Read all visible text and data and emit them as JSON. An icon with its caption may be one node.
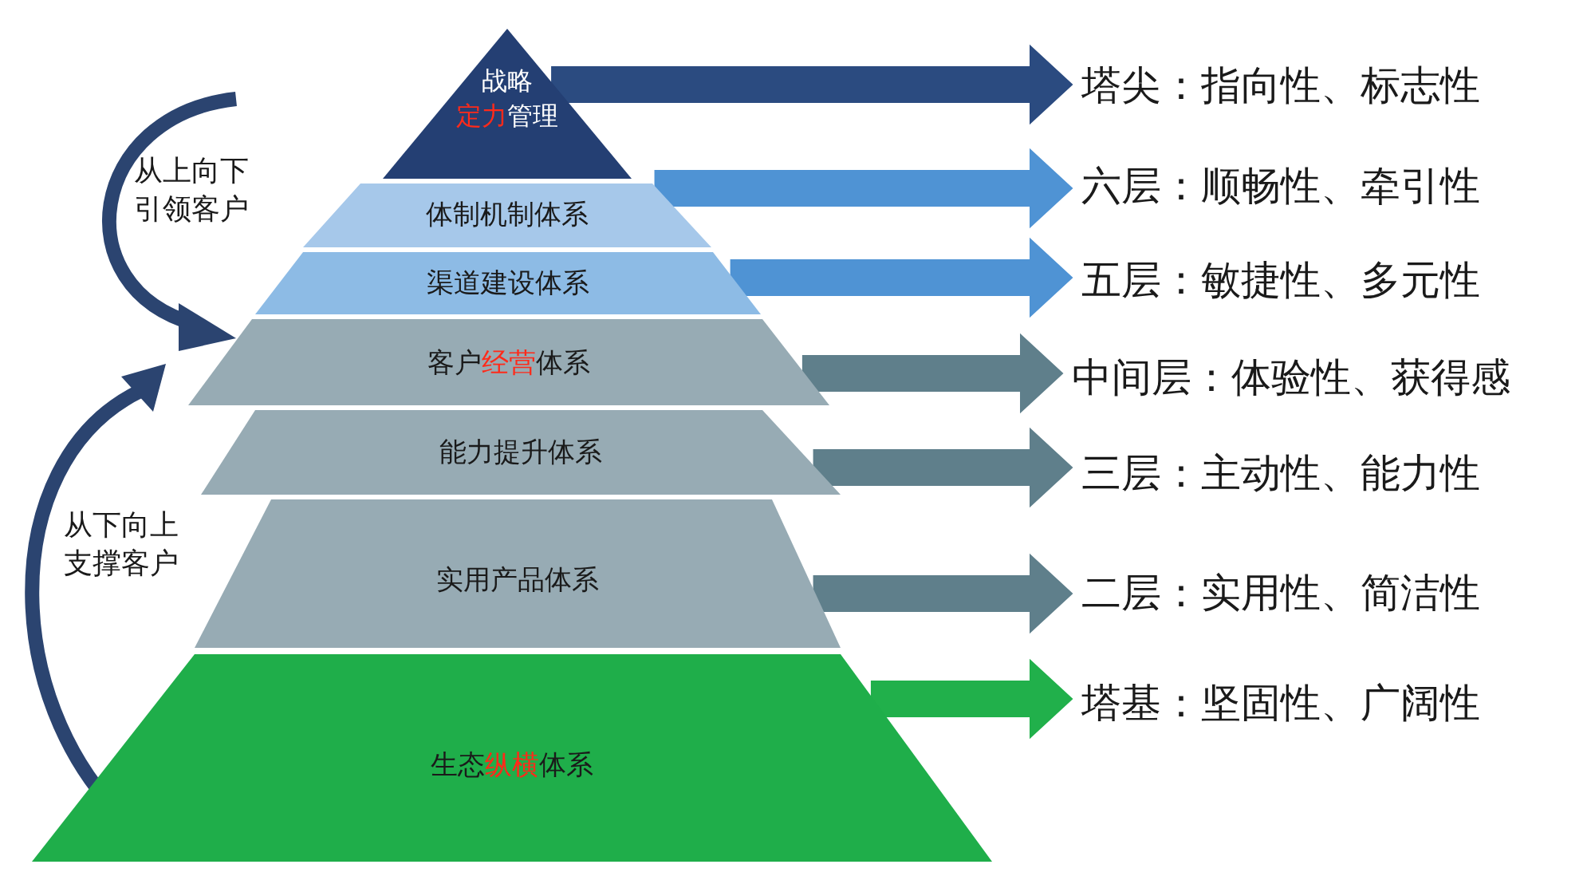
{
  "diagram": {
    "nodes": [
      {
        "text": [
          "战略定力管理"
        ]
      },
      {
        "text": [
          "体制机制体系"
        ]
      },
      {
        "text": [
          "渠道建设体系"
        ]
      },
      {
        "text": [
          "客户经营体系"
        ]
      },
      {
        "text": [
          "能力提升体系"
        ]
      },
      {
        "text": [
          "实用产品体系"
        ]
      },
      {
        "text": [
          "生态纵横体系"
        ]
      },
      {
        "text": [
          "塔尖：指向性、标志性"
        ]
      },
      {
        "text": [
          "六层：顺畅性、牵引性"
        ]
      },
      {
        "text": [
          "五层：敏捷性、多元性"
        ]
      },
      {
        "text": [
          "中间层：体验性、获得感"
        ]
      },
      {
        "text": [
          "三层：主动性、能力性"
        ]
      },
      {
        "text": [
          "二层：实用性、简洁性"
        ]
      },
      {
        "text": [
          "塔基：坚固性、广阔性"
        ]
      }
    ],
    "edges": [
      {
        "from": 0,
        "to": 7,
        "arrow": "to",
        "color": "#2b4b80"
      },
      {
        "from": 1,
        "to": 8,
        "arrow": "to",
        "color": "#4f93d4"
      },
      {
        "from": 2,
        "to": 9,
        "arrow": "to",
        "color": "#4f93d4"
      },
      {
        "from": 3,
        "to": 10,
        "arrow": "to"
      },
      {
        "from": 4,
        "to": 11,
        "arrow": "to"
      },
      {
        "from": 5,
        "to": 12,
        "arrow": "to"
      },
      {
        "from": 6,
        "to": 13,
        "arrow": "to",
        "color": "#21b04b"
      }
    ],
    "labels": [
      "从上向下引领客户",
      "从下向上支撑客户"
    ]
  }
}
